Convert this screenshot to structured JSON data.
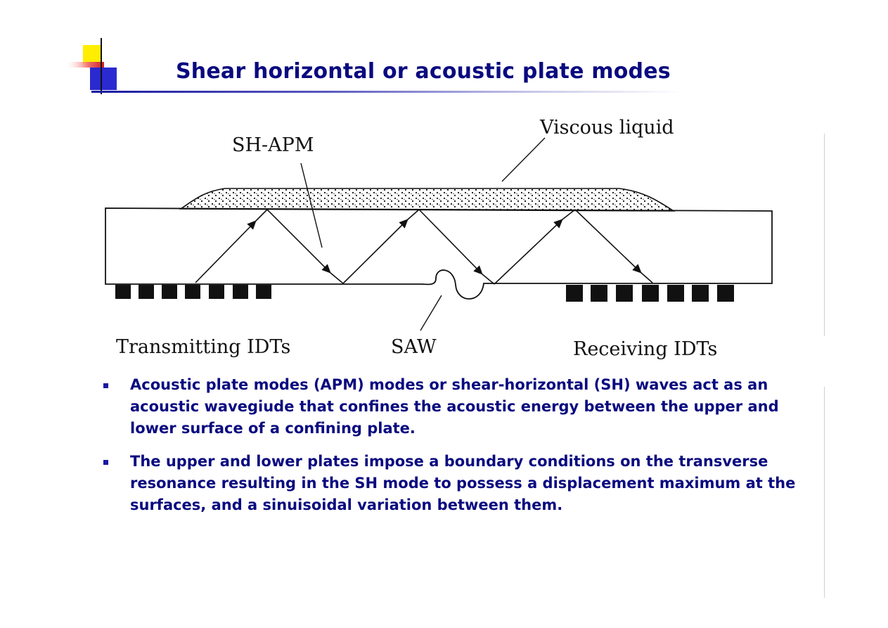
{
  "slide": {
    "title": "Shear horizontal or acoustic plate modes"
  },
  "diagram": {
    "labels": {
      "sh_apm": "SH-APM",
      "viscous_liquid": "Viscous liquid",
      "transmitting_idts": "Transmitting IDTs",
      "saw": "SAW",
      "receiving_idts": "Receiving IDTs"
    }
  },
  "bullets": [
    "Acoustic plate modes (APM) modes or shear-horizontal (SH) waves act as an acoustic wavegiude that confines the acoustic energy between the upper and lower surface of a confining plate.",
    "The upper and lower plates impose a boundary conditions on the transverse resonance resulting in the SH mode to possess a displacement maximum at the surfaces, and a sinuisoidal variation between them."
  ],
  "colors": {
    "title": "#0a0a80",
    "bullet_text": "#0a0a80",
    "logo_yellow": "#ffee00",
    "logo_blue": "#2a2ad0",
    "logo_red": "#e03030"
  }
}
